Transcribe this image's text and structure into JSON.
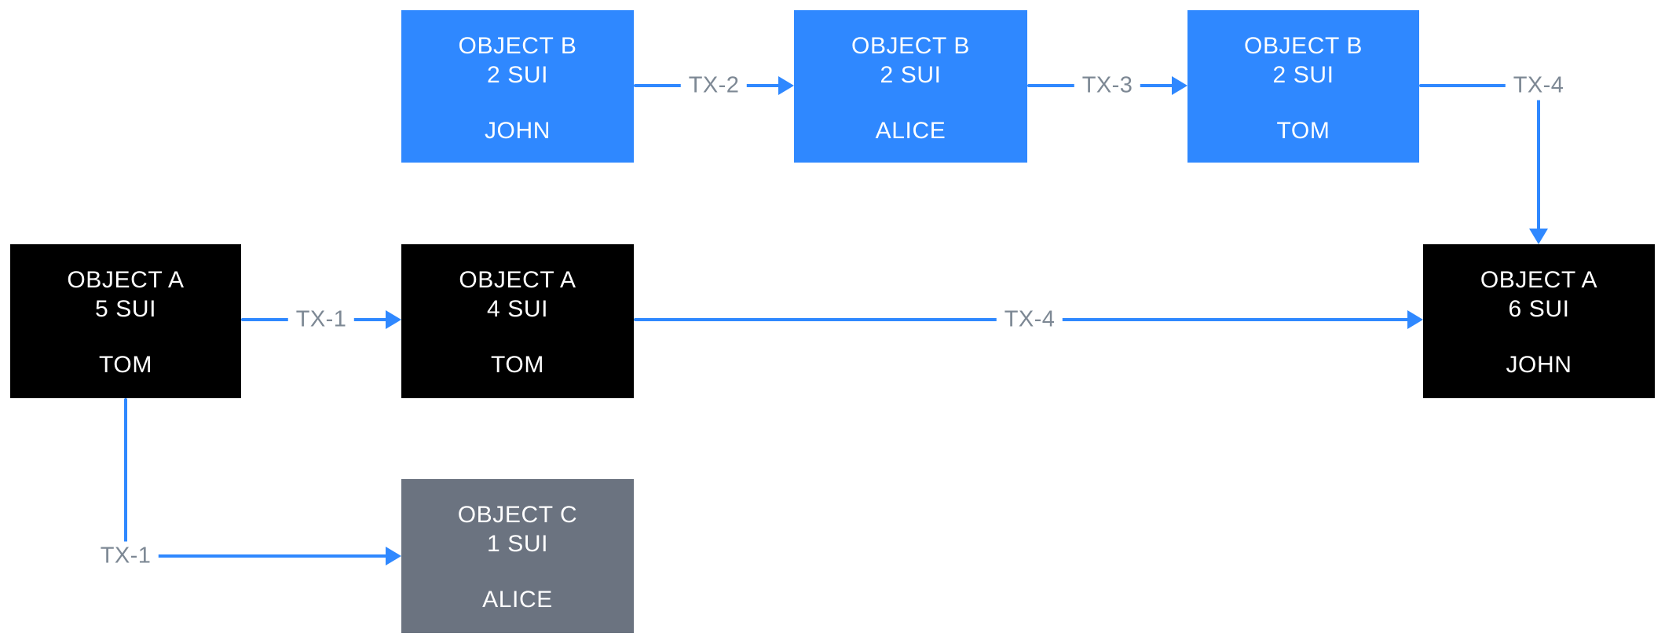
{
  "diagram": {
    "nodes": [
      {
        "id": "object-b-john",
        "title": "OBJECT B",
        "amount": "2 SUI",
        "owner": "JOHN",
        "color": "#2f88ff"
      },
      {
        "id": "object-b-alice",
        "title": "OBJECT B",
        "amount": "2 SUI",
        "owner": "ALICE",
        "color": "#2f88ff"
      },
      {
        "id": "object-b-tom",
        "title": "OBJECT B",
        "amount": "2 SUI",
        "owner": "TOM",
        "color": "#2f88ff"
      },
      {
        "id": "object-a-tom-5",
        "title": "OBJECT A",
        "amount": "5 SUI",
        "owner": "TOM",
        "color": "#000000"
      },
      {
        "id": "object-a-tom-4",
        "title": "OBJECT A",
        "amount": "4 SUI",
        "owner": "TOM",
        "color": "#000000"
      },
      {
        "id": "object-a-john-6",
        "title": "OBJECT A",
        "amount": "6 SUI",
        "owner": "JOHN",
        "color": "#000000"
      },
      {
        "id": "object-c-alice",
        "title": "OBJECT C",
        "amount": "1 SUI",
        "owner": "ALICE",
        "color": "#6b7380"
      }
    ],
    "edges": [
      {
        "label": "TX-1",
        "from": "object-a-tom-5",
        "to": "object-a-tom-4"
      },
      {
        "label": "TX-1",
        "from": "object-a-tom-5",
        "to": "object-c-alice"
      },
      {
        "label": "TX-2",
        "from": "object-b-john",
        "to": "object-b-alice"
      },
      {
        "label": "TX-3",
        "from": "object-b-alice",
        "to": "object-b-tom"
      },
      {
        "label": "TX-4",
        "from": "object-b-tom",
        "to": "object-a-john-6"
      },
      {
        "label": "TX-4",
        "from": "object-a-tom-4",
        "to": "object-a-john-6"
      }
    ],
    "colors": {
      "blue": "#2f88ff",
      "black": "#000000",
      "gray": "#6b7380",
      "edge_label": "#7d8894",
      "background": "#ffffff"
    }
  }
}
